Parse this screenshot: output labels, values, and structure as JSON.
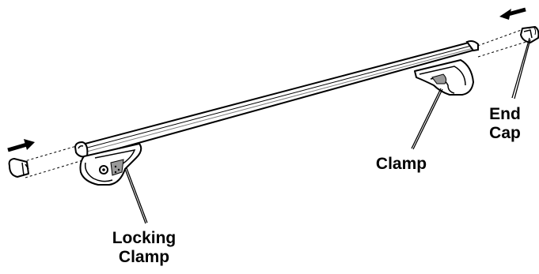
{
  "labels": {
    "end_cap": [
      "End",
      "Cap"
    ],
    "clamp": "Clamp",
    "locking_clamp": [
      "Locking",
      "Clamp"
    ]
  },
  "colors": {
    "ink": "#000000",
    "paper": "#ffffff",
    "shade": "#9a9a9a"
  },
  "icons": {
    "left_arrow": "arrow-left-icon",
    "right_arrow": "arrow-right-icon"
  }
}
